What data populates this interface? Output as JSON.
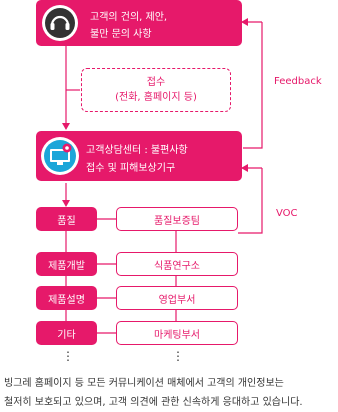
{
  "top_box": {
    "line1": "고객의 건의, 제안,",
    "line2": "불만 문의 사항",
    "icon": "headphones-icon"
  },
  "reception": {
    "line1": "접수",
    "line2": "(전화, 홈페이지 등)"
  },
  "center_box": {
    "line1": "고객상담센터 : 불편사항",
    "line2": "접수 및 피해보상기구",
    "icon": "monitor-gear-icon"
  },
  "side_labels": {
    "feedback": "Feedback",
    "voc": "VOC"
  },
  "departments": [
    {
      "category": "품질",
      "team": "품질보증팀"
    },
    {
      "category": "제품개발",
      "team": "식품연구소"
    },
    {
      "category": "제품설명",
      "team": "영업부서"
    },
    {
      "category": "기타",
      "team": "마케팅부서"
    }
  ],
  "ellipsis": "⋮",
  "footer_text": "빙그레 홈페이지 등 모든 커뮤니케이션 매체에서 고객의 개인정보는",
  "footer_text_2": "철저히 보호되고 있으며, 고객 의견에 관한 신속하게 응대하고 있습니다.",
  "colors": {
    "accent": "#e6196a",
    "icon_bg": "#1ca6d9",
    "text": "#333333"
  }
}
